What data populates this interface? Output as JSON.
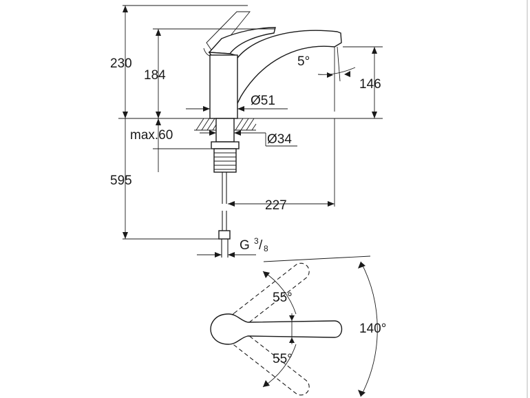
{
  "dimensions": {
    "total_height": "230",
    "spout_height": "184",
    "outlet_height": "146",
    "outlet_angle": "5°",
    "body_diameter": "Ø51",
    "hole_diameter": "Ø34",
    "max_thickness": "max.60",
    "hose_length": "595",
    "spout_reach": "227",
    "thread_g": "G",
    "thread_num": "3",
    "thread_den": "8"
  },
  "angles": {
    "upper_swing": "55°",
    "lower_swing": "55°",
    "total_swing": "140°"
  }
}
